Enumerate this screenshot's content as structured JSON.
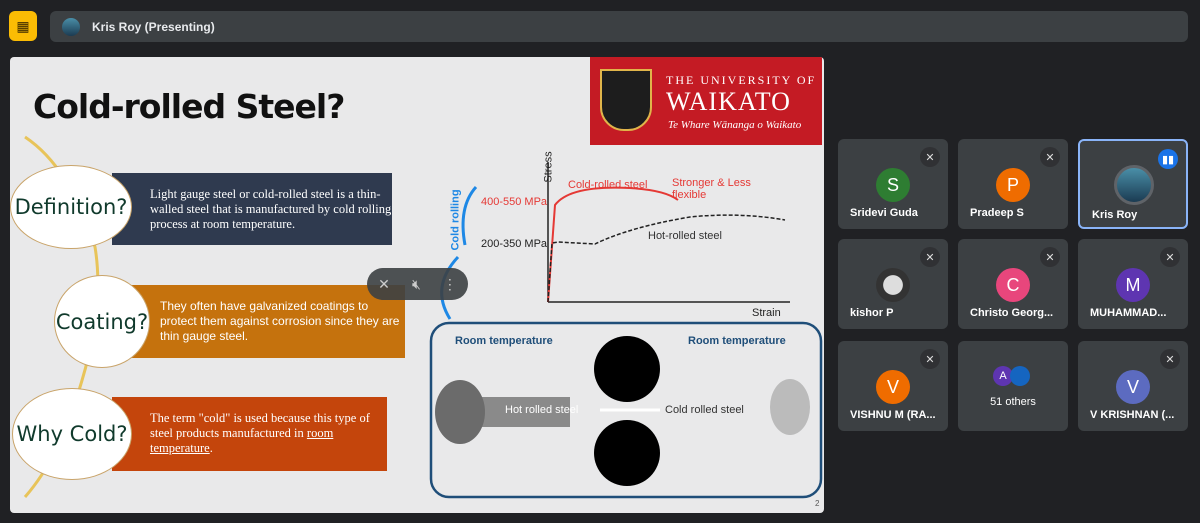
{
  "header": {
    "presenter_label": "Kris Roy (Presenting)",
    "present_icon": "present-to-all-off-icon"
  },
  "slide": {
    "title": "Cold-rolled Steel?",
    "logo": {
      "line1": "THE UNIVERSITY OF",
      "line2": "WAIKATO",
      "line3": "Te Whare Wānanga o Waikato"
    },
    "sections": [
      {
        "label": "Definition?",
        "text": "Light gauge steel or cold-rolled steel is a thin-walled steel that is manufactured by cold rolling process at room temperature.",
        "color": "#2f3a4f"
      },
      {
        "label": "Coating?",
        "text": "They often have galvanized coatings to protect them against corrosion since they are thin gauge steel.",
        "color": "#c5720d"
      },
      {
        "label": "Why Cold?",
        "text_pre": "The term \"cold\" is used because this type of steel products manufactured in ",
        "text_link": "room temperature",
        "text_post": ".",
        "color": "#c4450c"
      }
    ],
    "chart": {
      "y_label": "Stress",
      "x_label": "Strain",
      "cold_label": "Cold-rolled steel",
      "cold_value": "400-550 MPa",
      "hot_label": "Hot-rolled steel",
      "hot_value": "200-350 MPa",
      "note": "Stronger & Less flexible",
      "arrow_label": "Cold rolling"
    },
    "diagram": {
      "left_temp": "Room temperature",
      "right_temp": "Room temperature",
      "in_label": "Hot rolled steel",
      "out_label": "Cold rolled steel"
    },
    "page_number": "2"
  },
  "participants": [
    {
      "name": "Sridevi Guda",
      "initial": "S",
      "color": "#2e7d32",
      "muted": true
    },
    {
      "name": "Pradeep S",
      "initial": "P",
      "color": "#ef6c00",
      "muted": true
    },
    {
      "name": "Kris Roy",
      "initial": "",
      "color": "#4a8fa8",
      "muted": false,
      "speaking": true
    },
    {
      "name": "kishor P",
      "initial": "",
      "color": "#8d6e63",
      "muted": true
    },
    {
      "name": "Christo Georg...",
      "initial": "C",
      "color": "#e8467c",
      "muted": true
    },
    {
      "name": "MUHAMMAD...",
      "initial": "M",
      "color": "#5e35b1",
      "muted": true
    },
    {
      "name": "VISHNU M (RA...",
      "initial": "V",
      "color": "#ef6c00",
      "muted": true
    },
    {
      "name": "51 others",
      "initial": "A",
      "color": "#5e35b1",
      "muted": false
    },
    {
      "name": "V KRISHNAN (...",
      "initial": "V",
      "color": "#5c6bc0",
      "muted": true
    }
  ]
}
